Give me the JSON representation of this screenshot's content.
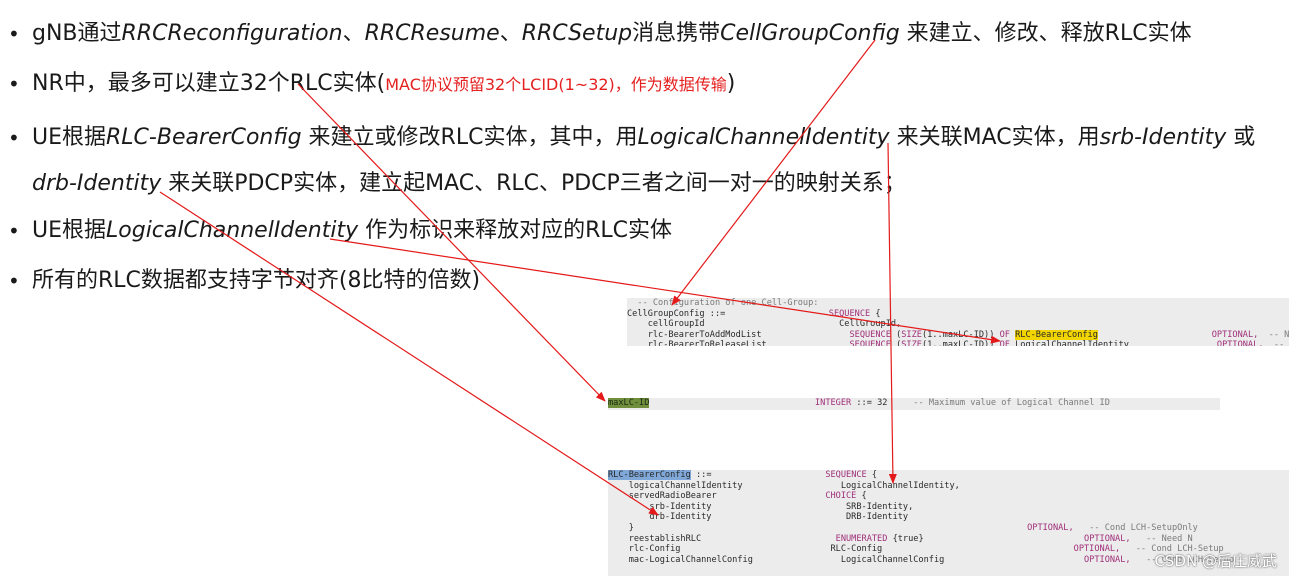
{
  "bullets": [
    {
      "parts": [
        {
          "t": "gNB通过"
        },
        {
          "t": "RRCReconfiguration",
          "i": true
        },
        {
          "t": "、"
        },
        {
          "t": "RRCResume",
          "i": true
        },
        {
          "t": "、"
        },
        {
          "t": "RRCSetup",
          "i": true
        },
        {
          "t": "消息携带"
        },
        {
          "t": "CellGroupConfig",
          "i": true
        },
        {
          "t": " 来建立、修改、释放RLC实体"
        }
      ]
    },
    {
      "parts": [
        {
          "t": "NR中，最多可以建立32个RLC实体("
        },
        {
          "t": "MAC协议预留32个LCID(1~32)，作为数据传输",
          "red": true
        },
        {
          "t": ")"
        }
      ]
    },
    {
      "tall": true,
      "parts": [
        {
          "t": "UE根据"
        },
        {
          "t": "RLC-BearerConfig",
          "i": true
        },
        {
          "t": " 来建立或修改RLC实体，其中，用"
        },
        {
          "t": "LogicalChannelIdentity",
          "i": true
        },
        {
          "t": " 来关联MAC实体，用"
        },
        {
          "t": "srb-Identity",
          "i": true
        },
        {
          "t": " 或"
        },
        {
          "t": "drb-Identity",
          "i": true
        },
        {
          "t": " 来关联PDCP实体，建立起MAC、RLC、PDCP三者之间一对一的映射关系；"
        }
      ]
    },
    {
      "parts": [
        {
          "t": "UE根据"
        },
        {
          "t": "LogicalChannelIdentity",
          "i": true
        },
        {
          "t": " 作为标识来释放对应的RLC实体"
        }
      ]
    },
    {
      "parts": [
        {
          "t": "所有的RLC数据都支持字节对齐(8比特的倍数)"
        }
      ]
    }
  ],
  "code_snippets": [
    {
      "id": "snip1",
      "lines": [
        [
          {
            "t": "  -- Configuration of one Cell-Group:",
            "c": "cm"
          }
        ],
        [
          {
            "t": "CellGroupConfig ::=                    "
          },
          {
            "t": "SEQUENCE",
            "c": "kw"
          },
          {
            "t": " {"
          }
        ],
        [
          {
            "t": "    cellGroupId                          CellGroupId,"
          }
        ],
        [
          {
            "t": "    rlc-BearerToAddModList                 "
          },
          {
            "t": "SEQUENCE",
            "c": "kw"
          },
          {
            "t": " ("
          },
          {
            "t": "SIZE",
            "c": "kw"
          },
          {
            "t": "(1..maxLC-ID)) "
          },
          {
            "t": "OF",
            "c": "kw"
          },
          {
            "t": " "
          },
          {
            "t": "RLC-BearerConfig",
            "c": "hl-y"
          },
          {
            "t": "                      "
          },
          {
            "t": "OPTIONAL,",
            "c": "kw"
          },
          {
            "t": "  -- Need N",
            "c": "cm"
          }
        ],
        [
          {
            "t": "    rlc-BearerToReleaseList                "
          },
          {
            "t": "SEQUENCE",
            "c": "kw"
          },
          {
            "t": " ("
          },
          {
            "t": "SIZE",
            "c": "kw"
          },
          {
            "t": "(1..maxLC-ID)) "
          },
          {
            "t": "OF",
            "c": "kw"
          },
          {
            "t": " LogicalChannelIdentity                 "
          },
          {
            "t": "OPTIONAL,",
            "c": "kw"
          },
          {
            "t": "  -- Need N",
            "c": "cm"
          }
        ]
      ]
    },
    {
      "id": "snip2",
      "lines": [
        [
          {
            "t": "maxLC-ID",
            "c": "hl-g"
          },
          {
            "t": "                                "
          },
          {
            "t": "INTEGER",
            "c": "kw"
          },
          {
            "t": " ::= 32     "
          },
          {
            "t": "-- Maximum value of Logical Channel ID",
            "c": "cm"
          }
        ]
      ]
    },
    {
      "id": "snip3",
      "lines": [
        [
          {
            "t": "RLC-BearerConfig",
            "c": "hl-b"
          },
          {
            "t": " ::=                      "
          },
          {
            "t": "SEQUENCE",
            "c": "kw"
          },
          {
            "t": " {"
          }
        ],
        [
          {
            "t": "    logicalChannelIdentity                   LogicalChannelIdentity,"
          }
        ],
        [
          {
            "t": "    servedRadioBearer                     "
          },
          {
            "t": "CHOICE",
            "c": "kw"
          },
          {
            "t": " {"
          }
        ],
        [
          {
            "t": "        srb-Identity                          SRB-Identity,"
          }
        ],
        [
          {
            "t": "        drb-Identity                          DRB-Identity"
          }
        ],
        [
          {
            "t": "    }                                                                            "
          },
          {
            "t": "OPTIONAL,",
            "c": "kw"
          },
          {
            "t": "   -- Cond LCH-SetupOnly",
            "c": "cm"
          }
        ],
        [
          {
            "t": "    reestablishRLC                          "
          },
          {
            "t": "ENUMERATED",
            "c": "kw"
          },
          {
            "t": " {true}                               "
          },
          {
            "t": "OPTIONAL,",
            "c": "kw"
          },
          {
            "t": "   -- Need N",
            "c": "cm"
          }
        ],
        [
          {
            "t": "    rlc-Config                             RLC-Config                                     "
          },
          {
            "t": "OPTIONAL,",
            "c": "kw"
          },
          {
            "t": "   -- Cond LCH-Setup",
            "c": "cm"
          }
        ],
        [
          {
            "t": "    mac-LogicalChannelConfig                 LogicalChannelConfig                           "
          },
          {
            "t": "OPTIONAL,",
            "c": "kw"
          },
          {
            "t": "   -- Cond LCH-Setup",
            "c": "cm"
          }
        ]
      ]
    }
  ],
  "watermark": "CSDN @后庄威武",
  "colors": {
    "arrow": "#e41a1a",
    "note": "#e52020"
  }
}
